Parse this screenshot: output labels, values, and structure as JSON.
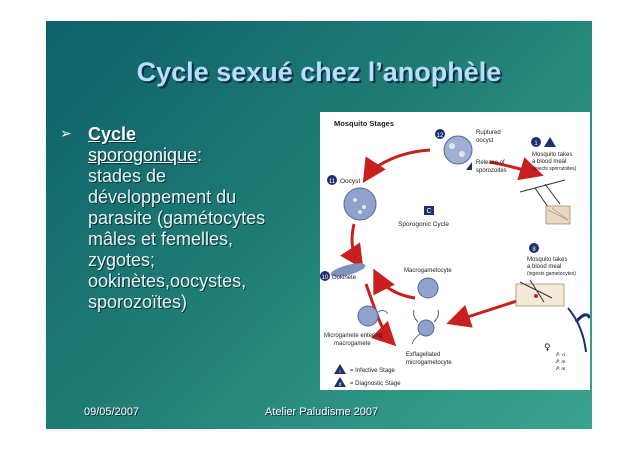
{
  "slide": {
    "title": "Cycle sexué chez l’anophèle",
    "bullet_symbol": "➢",
    "bullet_heading_1": "Cycle",
    "bullet_heading_2": "sporogonique",
    "bullet_colon": ":",
    "lines": [
      "stades de",
      "développement du",
      "parasite (gamétocytes",
      "mâles et femelles,",
      "zygotes;",
      "ookinètes,oocystes,",
      "sporozoïtes)"
    ],
    "footer_date": "09/05/2007",
    "footer_center": "Atelier Paludisme 2007"
  },
  "figure": {
    "header": "Mosquito Stages",
    "cycle_label": "Sporogonic Cycle",
    "cycle_letter": "C",
    "stages": {
      "ruptured_oocyst_num": "12",
      "ruptured_oocyst": [
        "Ruptured",
        "oocyst"
      ],
      "release_sporozoites": [
        "Release of",
        "sporozoites"
      ],
      "oocyst_num": "11",
      "oocyst": "Oocyst",
      "ookinete_num": "10",
      "ookinete": "Ookinete",
      "macrogametocyte": "Macrogametocyte",
      "microgamete": [
        "Microgamete entering",
        "macrogamete"
      ],
      "exflagellated": [
        "Exflagellated",
        "microgametocyte"
      ],
      "mosquito_blood_meal_num": "1",
      "mosquito_blood_meal": [
        "Mosquito takes",
        "a blood meal",
        "(injects sporozoites)"
      ],
      "mosquito_gametocytes_num": "8",
      "mosquito_gametocytes": [
        "Mosquito takes",
        "a blood meal",
        "(ingests gametocytes)"
      ]
    },
    "legend": {
      "infective_letter": "i",
      "infective": "= Infective Stage",
      "diagnostic_letter": "d",
      "diagnostic": "= Diagnostic Stage"
    },
    "side_labels": [
      "P. vi",
      "P. m",
      "P. m"
    ],
    "female_symbol": "♀",
    "colors": {
      "arrow": "#c8201e",
      "badge": "#1e2f6e",
      "cell": "#6f87b8"
    }
  }
}
